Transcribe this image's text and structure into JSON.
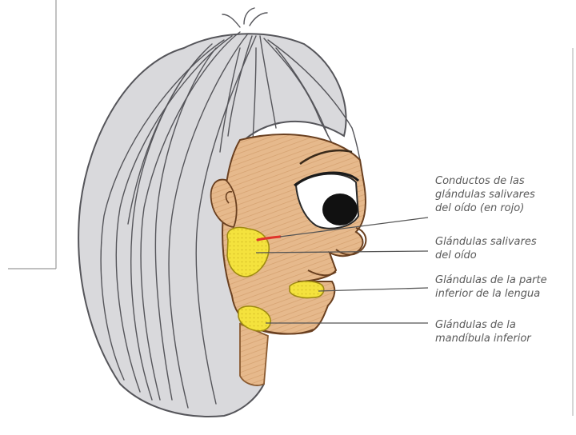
{
  "labels": {
    "ducts": [
      "Conductos de las",
      "glándulas salivares",
      "del oído (en rojo)"
    ],
    "parotid": [
      "Glándulas salivares",
      "del oído"
    ],
    "sublingual": [
      "Glándulas de la parte",
      "inferior de la lengua"
    ],
    "mandibular": [
      "Glándulas de la",
      "mandíbula inferior"
    ]
  },
  "colors": {
    "hair": "#55555a",
    "skin": "#e3b487",
    "skin_stroke": "#b98552",
    "gland": "#f3e03a",
    "gland_stroke": "#b9a21a",
    "duct": "#e0352b",
    "leader": "#555555",
    "text": "#5a5a5a"
  }
}
